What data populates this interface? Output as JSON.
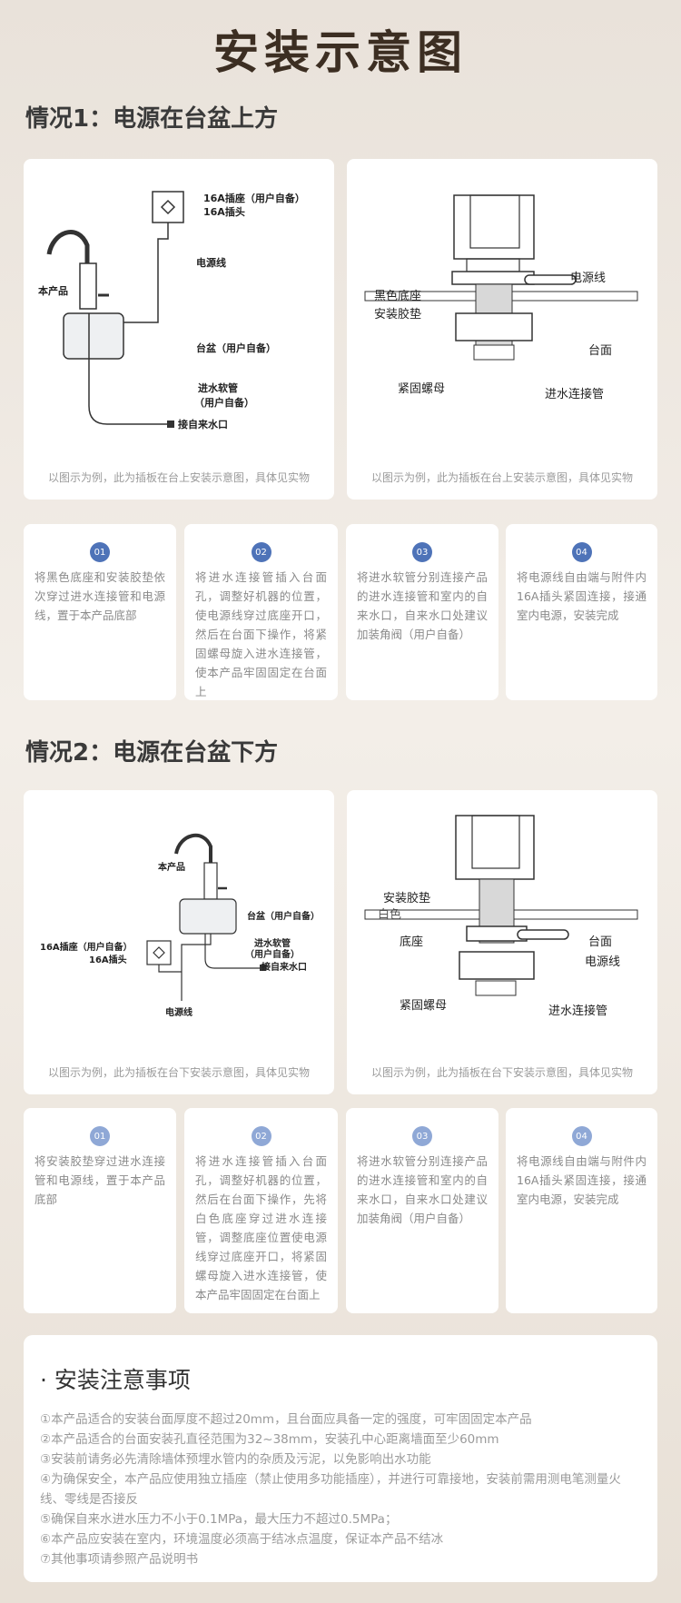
{
  "page_title": "安装示意图",
  "section1": {
    "title": "情况1：电源在台盆上方",
    "left_card": {
      "labels": {
        "socket": "16A插座（用户自备）",
        "plug": "16A插头",
        "cable": "电源线",
        "product": "本产品",
        "basin": "台盆（用户自备）",
        "hose": "进水软管",
        "hose2": "（用户自备）",
        "tap": "接自来水口"
      },
      "caption": "以图示为例，此为插板在台上安装示意图，具体见实物"
    },
    "right_card": {
      "labels": {
        "cable": "电源线",
        "base": "黑色底座",
        "gasket": "安装胶垫",
        "counter": "台面",
        "nut": "紧固螺母",
        "pipe": "进水连接管"
      },
      "caption": "以图示为例，此为插板在台上安装示意图，具体见实物"
    },
    "steps": [
      {
        "num": "01",
        "text": "将黑色底座和安装胶垫依次穿过进水连接管和电源线，置于本产品底部"
      },
      {
        "num": "02",
        "text": "将进水连接管插入台面孔，调整好机器的位置，使电源线穿过底座开口，然后在台面下操作，将紧固螺母旋入进水连接管，使本产品牢固固定在台面上"
      },
      {
        "num": "03",
        "text": "将进水软管分别连接产品的进水连接管和室内的自来水口，自来水口处建议加装角阀（用户自备）"
      },
      {
        "num": "04",
        "text": "将电源线自由端与附件内16A插头紧固连接，接通室内电源，安装完成"
      }
    ]
  },
  "section2": {
    "title": "情况2：电源在台盆下方",
    "left_card": {
      "labels": {
        "product": "本产品",
        "basin": "台盆（用户自备）",
        "socket": "16A插座（用户自备）",
        "plug": "16A插头",
        "hose": "进水软管",
        "hose2": "（用户自备）",
        "tap": "接自来水口",
        "cable": "电源线"
      },
      "caption": "以图示为例，此为插板在台下安装示意图，具体见实物"
    },
    "right_card": {
      "labels": {
        "gasket": "安装胶垫",
        "white": "白色",
        "base": "底座",
        "counter": "台面",
        "cable": "电源线",
        "nut": "紧固螺母",
        "pipe": "进水连接管"
      },
      "caption": "以图示为例，此为插板在台下安装示意图，具体见实物"
    },
    "steps": [
      {
        "num": "01",
        "text": "将安装胶垫穿过进水连接管和电源线，置于本产品底部"
      },
      {
        "num": "02",
        "text": "将进水连接管插入台面孔，调整好机器的位置，然后在台面下操作，先将白色底座穿过进水连接管，调整底座位置使电源线穿过底座开口，将紧固螺母旋入进水连接管，使本产品牢固固定在台面上"
      },
      {
        "num": "03",
        "text": "将进水软管分别连接产品的进水连接管和室内的自来水口，自来水口处建议加装角阀（用户自备）"
      },
      {
        "num": "04",
        "text": "将电源线自由端与附件内16A插头紧固连接，接通室内电源，安装完成"
      }
    ]
  },
  "notes": {
    "title": "· 安装注意事项",
    "items": [
      "①本产品适合的安装台面厚度不超过20mm，且台面应具备一定的强度，可牢固固定本产品",
      "②本产品适合的台面安装孔直径范围为32~38mm，安装孔中心距离墙面至少60mm",
      "③安装前请务必先清除墙体预埋水管内的杂质及污泥，以免影响出水功能",
      "④为确保安全，本产品应使用独立插座（禁止使用多功能插座），并进行可靠接地，安装前需用测电笔测量火线、零线是否接反",
      "⑤确保自来水进水压力不小于0.1MPa，最大压力不超过0.5MPa；",
      "⑥本产品应安装在室内，环境温度必须高于结冰点温度，保证本产品不结冰",
      "⑦其他事项请参照产品说明书"
    ]
  }
}
